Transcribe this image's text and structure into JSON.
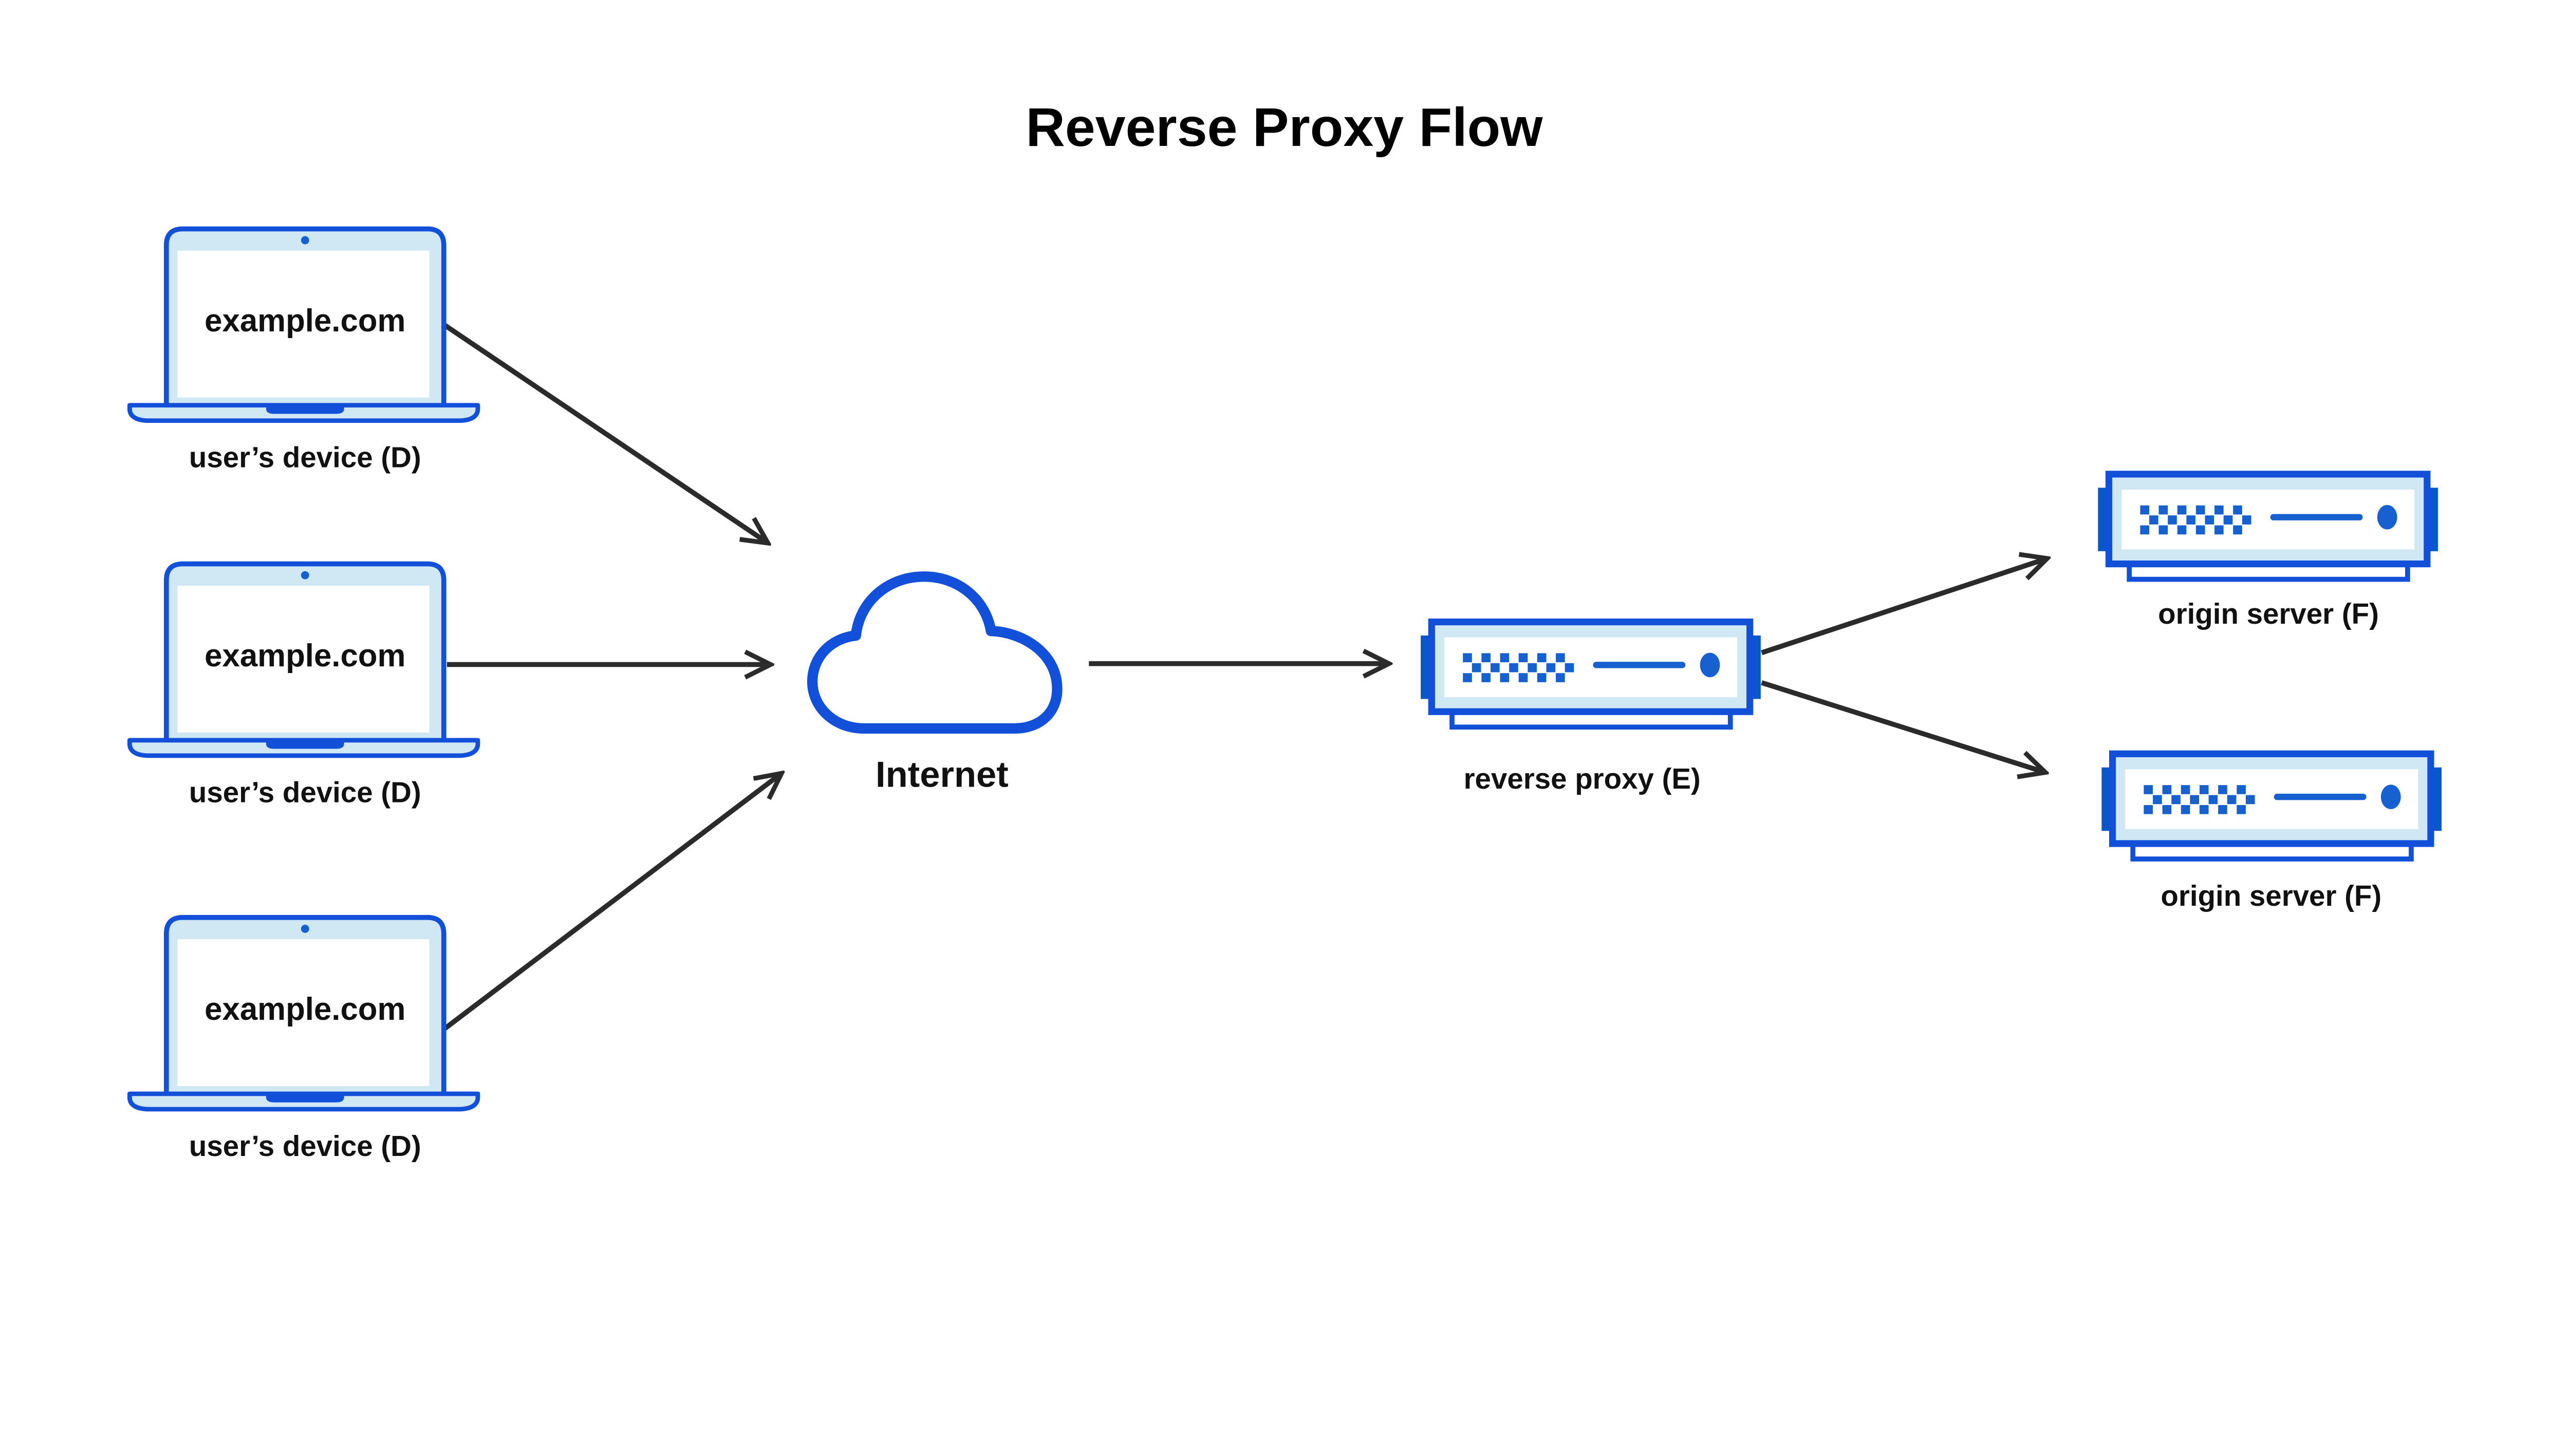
{
  "title": "Reverse Proxy Flow",
  "nodes": {
    "devices": [
      {
        "screen_text": "example.com",
        "label": "user’s device (D)"
      },
      {
        "screen_text": "example.com",
        "label": "user’s device (D)"
      },
      {
        "screen_text": "example.com",
        "label": "user’s device (D)"
      }
    ],
    "internet": {
      "label": "Internet"
    },
    "reverse_proxy": {
      "label": "reverse proxy (E)"
    },
    "origin_servers": [
      {
        "label": "origin server (F)"
      },
      {
        "label": "origin server (F)"
      }
    ]
  },
  "edges": [
    {
      "from": "user-device-1",
      "to": "internet"
    },
    {
      "from": "user-device-2",
      "to": "internet"
    },
    {
      "from": "user-device-3",
      "to": "internet"
    },
    {
      "from": "internet",
      "to": "reverse-proxy"
    },
    {
      "from": "reverse-proxy",
      "to": "origin-server-1"
    },
    {
      "from": "reverse-proxy",
      "to": "origin-server-2"
    }
  ],
  "colors": {
    "outline_blue": "#1350D9",
    "tab_blue": "#0A57C9",
    "dot_blue": "#1660CF",
    "panel_light_blue": "#D0E8F4",
    "arrow_dark": "#2B2B2B",
    "text_black": "#111111",
    "background": "#FFFFFF"
  }
}
